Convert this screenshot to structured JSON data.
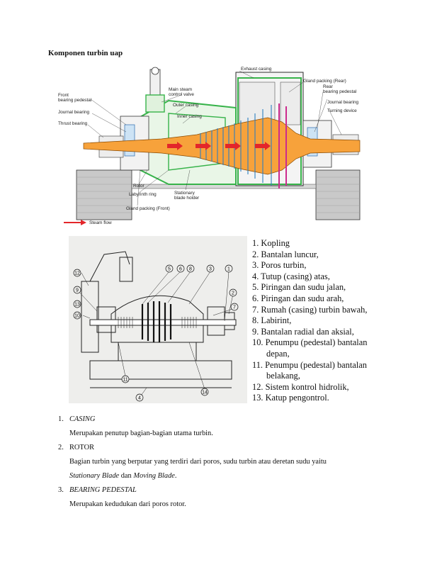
{
  "heading": "Komponen turbin uap",
  "figure1": {
    "labels": {
      "front_bearing_pedestal": "Front\nbearing pedestal",
      "journal_bearing_left": "Journal bearing",
      "thrust_bearing": "Thrust bearing",
      "main_steam_control_valve": "Main steam\ncontrol valve",
      "outer_casing": "Outer casing",
      "inner_casing": "Inner casing",
      "exhaust_casing": "Exhaust casing",
      "gland_packing_rear": "Gland packing (Rear)",
      "rear_bearing_pedestal": "Rear\nbearing pedestal",
      "journal_bearing_right": "Journal bearing",
      "turning_device": "Turning device",
      "rotor": "Rotor",
      "labyrinth_ring": "Labyrinth ring",
      "stationary_blade_holder": "Stationary\nblade holder",
      "gland_packing_front": "Gland packing (Front)",
      "steam_flow": "Steam flow"
    }
  },
  "figure2": {
    "callouts": [
      "12",
      "9",
      "13",
      "10",
      "11",
      "4",
      "5",
      "6",
      "8",
      "3",
      "1",
      "2",
      "7",
      "14"
    ]
  },
  "components": [
    {
      "num": "1.",
      "text": "Kopling"
    },
    {
      "num": "2.",
      "text": "Bantalan luncur,"
    },
    {
      "num": "3.",
      "text": "Poros turbin,"
    },
    {
      "num": "4.",
      "text": "Tutup (casing) atas,"
    },
    {
      "num": "5.",
      "text": "Piringan dan sudu jalan,"
    },
    {
      "num": "6.",
      "text": "Piringan dan sudu arah,"
    },
    {
      "num": "7.",
      "text": "Rumah (casing) turbin bawah,"
    },
    {
      "num": "8.",
      "text": "Labirint,"
    },
    {
      "num": "9.",
      "text": "Bantalan radial dan aksial,"
    },
    {
      "num": "10.",
      "text": "Penumpu (pedestal) bantalan",
      "cont": "depan,"
    },
    {
      "num": "11.",
      "text": "Penumpu (pedestal) bantalan",
      "cont": "belakang,"
    },
    {
      "num": "12.",
      "text": "Sistem kontrol hidrolik,"
    },
    {
      "num": "13.",
      "text": "Katup pengontrol."
    }
  ],
  "definitions": [
    {
      "num": "1.",
      "term": "CASING",
      "term_italic": true,
      "desc": "Merupakan penutup bagian-bagian utama turbin."
    },
    {
      "num": "2.",
      "term": "ROTOR",
      "term_italic": false,
      "desc": "Bagian turbin yang berputar yang terdiri dari poros, sudu turbin atau deretan sudu yaitu",
      "desc2a": "Stationary Blade",
      "desc2b": " dan ",
      "desc2c": "Moving Blade",
      "desc2d": "."
    },
    {
      "num": "3.",
      "term": "BEARING PEDESTAL",
      "term_italic": true,
      "desc": "Merupakan kedudukan dari poros rotor."
    }
  ]
}
